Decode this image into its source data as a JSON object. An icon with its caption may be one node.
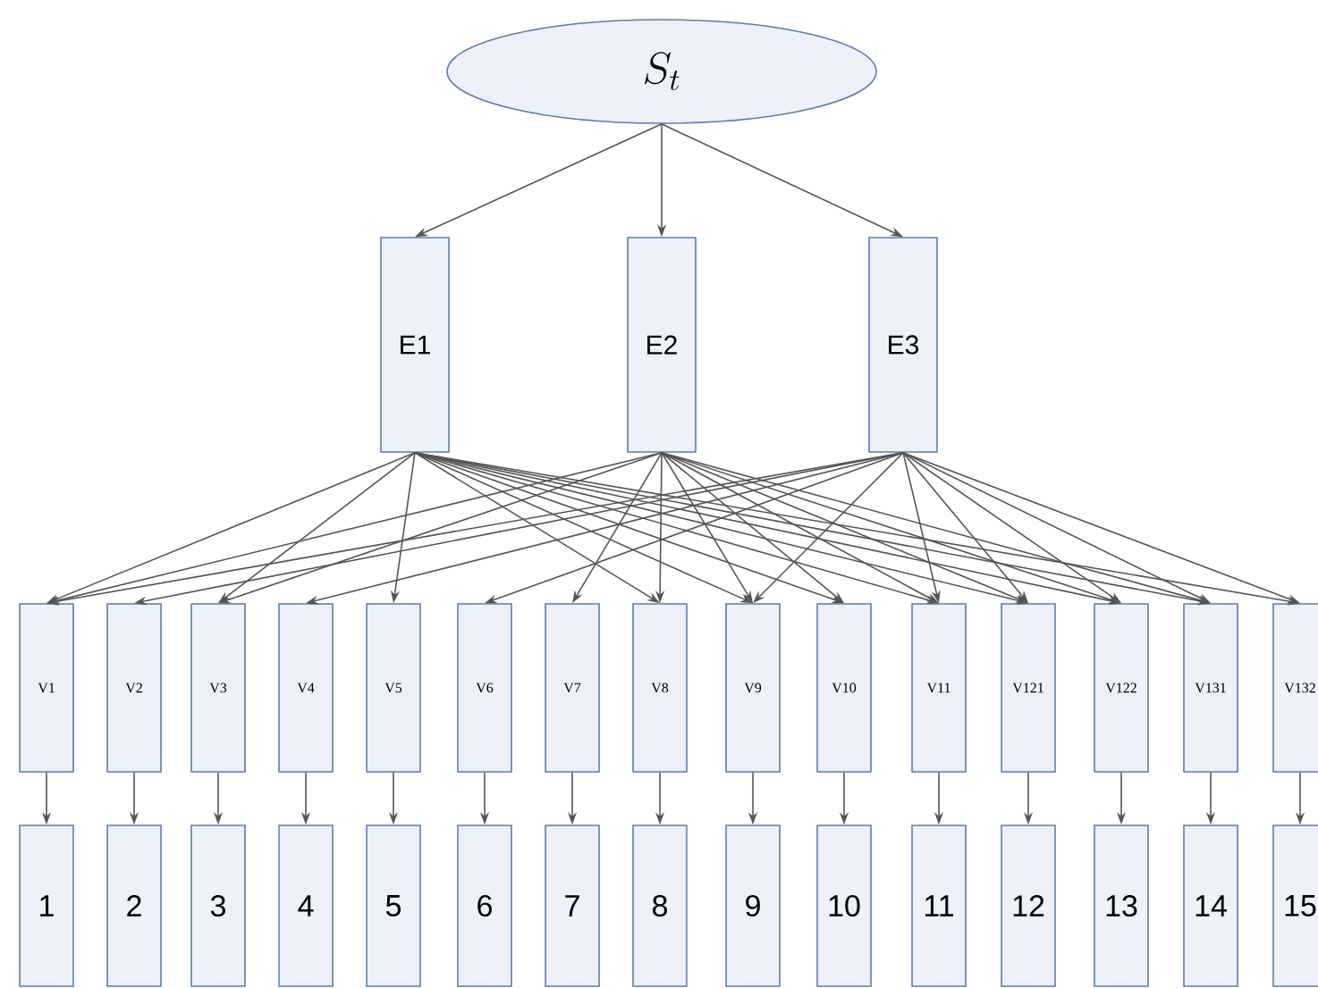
{
  "diagram": {
    "nodes": [
      {
        "text": [
          "S_t"
        ]
      },
      {
        "text": [
          "E1"
        ]
      },
      {
        "text": [
          "E2"
        ]
      },
      {
        "text": [
          "E3"
        ]
      },
      {
        "text": [
          "V1"
        ]
      },
      {
        "text": [
          "V2"
        ]
      },
      {
        "text": [
          "V3"
        ]
      },
      {
        "text": [
          "V4"
        ]
      },
      {
        "text": [
          "V5"
        ]
      },
      {
        "text": [
          "V6"
        ]
      },
      {
        "text": [
          "V7"
        ]
      },
      {
        "text": [
          "V8"
        ]
      },
      {
        "text": [
          "V9"
        ]
      },
      {
        "text": [
          "V10"
        ]
      },
      {
        "text": [
          "V11"
        ]
      },
      {
        "text": [
          "V121"
        ]
      },
      {
        "text": [
          "V122"
        ]
      },
      {
        "text": [
          "V131"
        ]
      },
      {
        "text": [
          "V132"
        ]
      },
      {
        "text": [
          "1"
        ]
      },
      {
        "text": [
          "2"
        ]
      },
      {
        "text": [
          "3"
        ]
      },
      {
        "text": [
          "4"
        ]
      },
      {
        "text": [
          "5"
        ]
      },
      {
        "text": [
          "6"
        ]
      },
      {
        "text": [
          "7"
        ]
      },
      {
        "text": [
          "8"
        ]
      },
      {
        "text": [
          "9"
        ]
      },
      {
        "text": [
          "10"
        ]
      },
      {
        "text": [
          "11"
        ]
      },
      {
        "text": [
          "12"
        ]
      },
      {
        "text": [
          "13"
        ]
      },
      {
        "text": [
          "14"
        ]
      },
      {
        "text": [
          "15"
        ]
      }
    ],
    "edges": [
      {
        "from": 0,
        "to": 1,
        "arrow": "to"
      },
      {
        "from": 0,
        "to": 2,
        "arrow": "to"
      },
      {
        "from": 0,
        "to": 3,
        "arrow": "to"
      },
      {
        "from": 1,
        "to": 4,
        "arrow": "to"
      },
      {
        "from": 1,
        "to": 6,
        "arrow": "to"
      },
      {
        "from": 1,
        "to": 8,
        "arrow": "to"
      },
      {
        "from": 1,
        "to": 11,
        "arrow": "to"
      },
      {
        "from": 1,
        "to": 12,
        "arrow": "to"
      },
      {
        "from": 1,
        "to": 13,
        "arrow": "to"
      },
      {
        "from": 1,
        "to": 14,
        "arrow": "to"
      },
      {
        "from": 1,
        "to": 15,
        "arrow": "to"
      },
      {
        "from": 1,
        "to": 16,
        "arrow": "to"
      },
      {
        "from": 1,
        "to": 17,
        "arrow": "to"
      },
      {
        "from": 1,
        "to": 18,
        "arrow": "to"
      },
      {
        "from": 2,
        "to": 4,
        "arrow": "to"
      },
      {
        "from": 2,
        "to": 6,
        "arrow": "to"
      },
      {
        "from": 2,
        "to": 10,
        "arrow": "to"
      },
      {
        "from": 2,
        "to": 11,
        "arrow": "to"
      },
      {
        "from": 2,
        "to": 12,
        "arrow": "to"
      },
      {
        "from": 2,
        "to": 13,
        "arrow": "to"
      },
      {
        "from": 2,
        "to": 14,
        "arrow": "to"
      },
      {
        "from": 2,
        "to": 15,
        "arrow": "to"
      },
      {
        "from": 2,
        "to": 16,
        "arrow": "to"
      },
      {
        "from": 2,
        "to": 17,
        "arrow": "to"
      },
      {
        "from": 3,
        "to": 4,
        "arrow": "to"
      },
      {
        "from": 3,
        "to": 5,
        "arrow": "to"
      },
      {
        "from": 3,
        "to": 7,
        "arrow": "to"
      },
      {
        "from": 3,
        "to": 9,
        "arrow": "to"
      },
      {
        "from": 3,
        "to": 12,
        "arrow": "to"
      },
      {
        "from": 3,
        "to": 14,
        "arrow": "to"
      },
      {
        "from": 3,
        "to": 15,
        "arrow": "to"
      },
      {
        "from": 3,
        "to": 16,
        "arrow": "to"
      },
      {
        "from": 3,
        "to": 17,
        "arrow": "to"
      },
      {
        "from": 3,
        "to": 18,
        "arrow": "to"
      },
      {
        "from": 4,
        "to": 19,
        "arrow": "to"
      },
      {
        "from": 5,
        "to": 20,
        "arrow": "to"
      },
      {
        "from": 6,
        "to": 21,
        "arrow": "to"
      },
      {
        "from": 7,
        "to": 22,
        "arrow": "to"
      },
      {
        "from": 8,
        "to": 23,
        "arrow": "to"
      },
      {
        "from": 9,
        "to": 24,
        "arrow": "to"
      },
      {
        "from": 10,
        "to": 25,
        "arrow": "to"
      },
      {
        "from": 11,
        "to": 26,
        "arrow": "to"
      },
      {
        "from": 12,
        "to": 27,
        "arrow": "to"
      },
      {
        "from": 13,
        "to": 28,
        "arrow": "to"
      },
      {
        "from": 14,
        "to": 29,
        "arrow": "to"
      },
      {
        "from": 15,
        "to": 30,
        "arrow": "to"
      },
      {
        "from": 16,
        "to": 31,
        "arrow": "to"
      },
      {
        "from": 17,
        "to": 32,
        "arrow": "to"
      },
      {
        "from": 18,
        "to": 33,
        "arrow": "to"
      }
    ]
  }
}
